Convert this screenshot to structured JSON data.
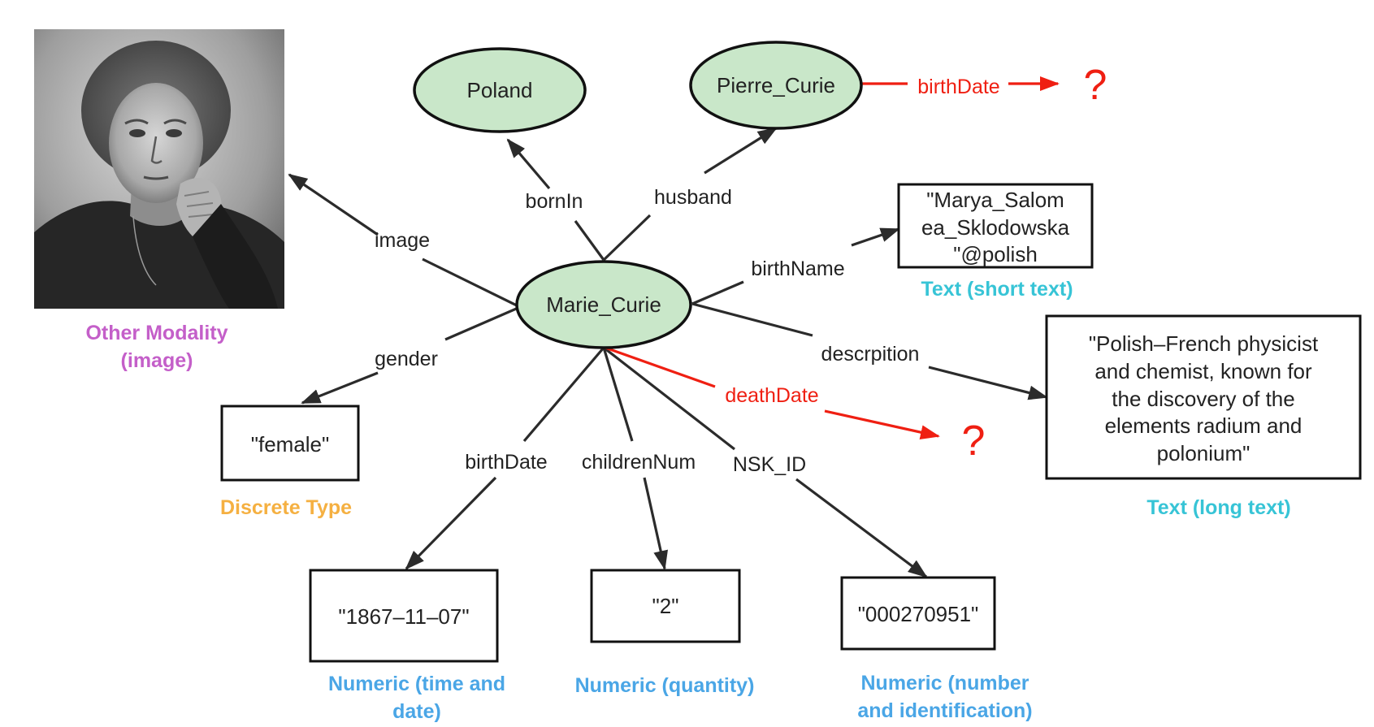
{
  "colors": {
    "entity_fill": "#c9e7c9",
    "entity_stroke": "#111111",
    "edge": "#2b2b2b",
    "missing_edge": "#ef1f12",
    "category_other_modality": "#c45fc9",
    "category_discrete": "#f5b041",
    "category_text": "#37c4d6",
    "category_numeric": "#4aa6e6"
  },
  "entities": {
    "center": "Marie_Curie",
    "poland": "Poland",
    "pierre": "Pierre_Curie"
  },
  "relations": {
    "image": "image",
    "bornIn": "bornIn",
    "husband": "husband",
    "birthName": "birthName",
    "gender": "gender",
    "description": "descrpition",
    "deathDate": "deathDate",
    "birthDate": "birthDate",
    "childrenNum": "childrenNum",
    "nskId": "NSK_ID",
    "pierreBirthDate": "birthDate"
  },
  "literals": {
    "birthName": [
      "\"Marya_Salom",
      "ea_Sklodowska",
      "\"@polish"
    ],
    "gender": "\"female\"",
    "description": [
      "\"Polish–French physicist",
      "and chemist, known for",
      "the discovery of the",
      "elements radium and",
      "polonium\""
    ],
    "birthDate": "\"1867–11–07\"",
    "childrenNum": "\"2\"",
    "nskId": "\"000270951\""
  },
  "missing_marker": "?",
  "categories": {
    "other_modality": [
      "Other Modality",
      "(image)"
    ],
    "discrete": "Discrete Type",
    "short_text": "Text (short text)",
    "long_text": "Text (long text)",
    "numeric_date": [
      "Numeric (time and",
      "date)"
    ],
    "numeric_quantity": "Numeric (quantity)",
    "numeric_id": [
      "Numeric (number",
      "and identification)"
    ]
  },
  "image_icon": "portrait-photo-icon"
}
